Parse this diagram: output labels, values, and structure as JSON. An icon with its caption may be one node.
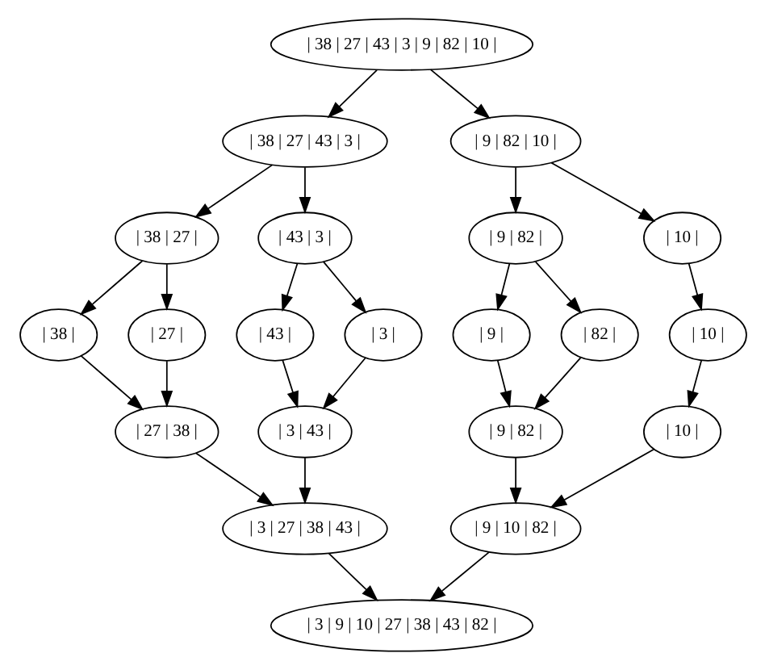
{
  "diagram": {
    "nodes": [
      {
        "text": [
          "| 38 | 27 | 43 | 3 | 9 | 82 | 10 |"
        ]
      },
      {
        "text": [
          "| 38 | 27 | 43 | 3 |"
        ]
      },
      {
        "text": [
          "| 9 | 82 | 10 |"
        ]
      },
      {
        "text": [
          "| 38 | 27 |"
        ]
      },
      {
        "text": [
          "| 43 | 3 |"
        ]
      },
      {
        "text": [
          "| 9 | 82 |"
        ]
      },
      {
        "text": [
          "| 10 |"
        ]
      },
      {
        "text": [
          "| 38 |"
        ]
      },
      {
        "text": [
          "| 27 |"
        ]
      },
      {
        "text": [
          "| 43 |"
        ]
      },
      {
        "text": [
          "| 3 |"
        ]
      },
      {
        "text": [
          "| 9 |"
        ]
      },
      {
        "text": [
          "| 82 |"
        ]
      },
      {
        "text": [
          "| 10 |"
        ]
      },
      {
        "text": [
          "| 27 | 38 |"
        ]
      },
      {
        "text": [
          "| 3 | 43 |"
        ]
      },
      {
        "text": [
          "| 9 | 82 |"
        ]
      },
      {
        "text": [
          "| 10 |"
        ]
      },
      {
        "text": [
          "| 3 | 27 | 38 | 43 |"
        ]
      },
      {
        "text": [
          "| 9 | 10 | 82 |"
        ]
      },
      {
        "text": [
          "| 3 | 9 | 10 | 27 | 38 | 43 | 82 |"
        ]
      }
    ],
    "edges": [
      {
        "from": 0,
        "to": 1,
        "arrow": "to"
      },
      {
        "from": 0,
        "to": 2,
        "arrow": "to"
      },
      {
        "from": 1,
        "to": 3,
        "arrow": "to"
      },
      {
        "from": 1,
        "to": 4,
        "arrow": "to"
      },
      {
        "from": 2,
        "to": 5,
        "arrow": "to"
      },
      {
        "from": 2,
        "to": 6,
        "arrow": "to"
      },
      {
        "from": 3,
        "to": 7,
        "arrow": "to"
      },
      {
        "from": 3,
        "to": 8,
        "arrow": "to"
      },
      {
        "from": 4,
        "to": 9,
        "arrow": "to"
      },
      {
        "from": 4,
        "to": 10,
        "arrow": "to"
      },
      {
        "from": 5,
        "to": 11,
        "arrow": "to"
      },
      {
        "from": 5,
        "to": 12,
        "arrow": "to"
      },
      {
        "from": 6,
        "to": 13,
        "arrow": "to"
      },
      {
        "from": 7,
        "to": 14,
        "arrow": "to"
      },
      {
        "from": 8,
        "to": 14,
        "arrow": "to"
      },
      {
        "from": 9,
        "to": 15,
        "arrow": "to"
      },
      {
        "from": 10,
        "to": 15,
        "arrow": "to"
      },
      {
        "from": 11,
        "to": 16,
        "arrow": "to"
      },
      {
        "from": 12,
        "to": 16,
        "arrow": "to"
      },
      {
        "from": 13,
        "to": 17,
        "arrow": "to"
      },
      {
        "from": 14,
        "to": 18,
        "arrow": "to"
      },
      {
        "from": 15,
        "to": 18,
        "arrow": "to"
      },
      {
        "from": 16,
        "to": 19,
        "arrow": "to"
      },
      {
        "from": 17,
        "to": 19,
        "arrow": "to"
      },
      {
        "from": 18,
        "to": 20,
        "arrow": "to"
      },
      {
        "from": 19,
        "to": 20,
        "arrow": "to"
      }
    ]
  }
}
